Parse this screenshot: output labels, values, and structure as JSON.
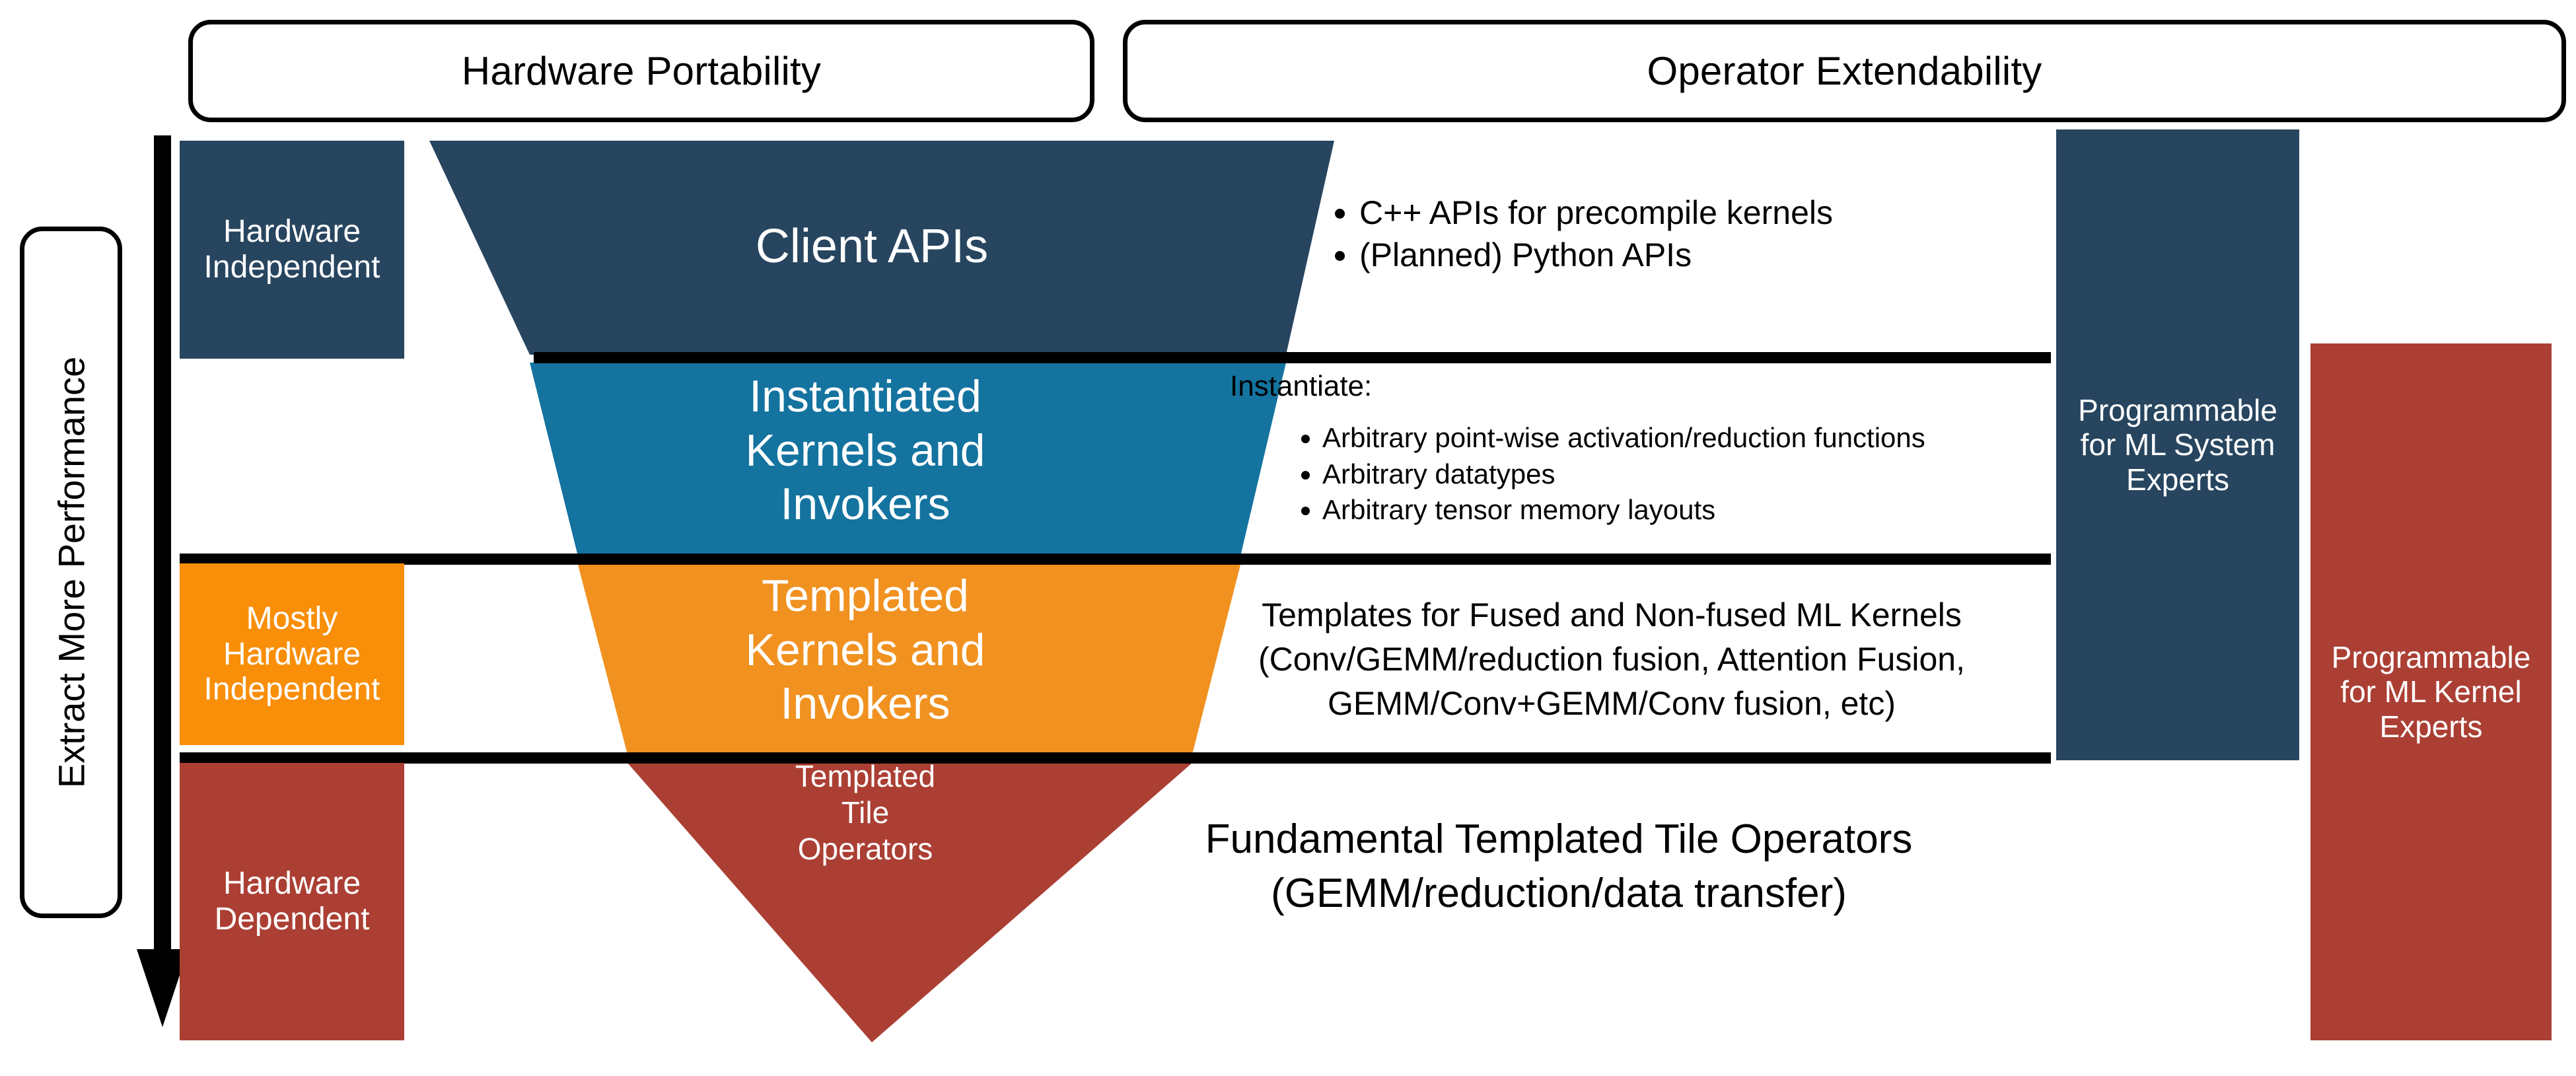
{
  "headers": {
    "hardware_portability": "Hardware Portability",
    "operator_extendability": "Operator Extendability"
  },
  "left_axis": {
    "label": "Extract More Performance",
    "arrow_icon": "down-arrow-icon",
    "levels": [
      {
        "line1": "Hardware",
        "line2": "Independent",
        "color": "#27455f"
      },
      {
        "line1": "Mostly",
        "line2": "Hardware",
        "line3": "Independent",
        "color": "#f98e08"
      },
      {
        "line1": "Hardware",
        "line2": "Dependent",
        "color": "#ab3f34"
      }
    ]
  },
  "funnel": {
    "layers": [
      {
        "label": "Client APIs",
        "color": "#27455f"
      },
      {
        "label_l1": "Instantiated",
        "label_l2": "Kernels and",
        "label_l3": "Invokers",
        "color": "#14739f"
      },
      {
        "label_l1": "Templated",
        "label_l2": "Kernels and",
        "label_l3": "Invokers",
        "color": "#f09120"
      },
      {
        "label_l1": "Templated",
        "label_l2": "Tile",
        "label_l3": "Operators",
        "color": "#ab3f34"
      }
    ]
  },
  "descriptions": {
    "client_api_bullets": [
      "C++ APIs for precompile kernels",
      "(Planned) Python APIs"
    ],
    "instantiate_lead": "Instantiate:",
    "instantiate_bullets": [
      "Arbitrary point-wise activation/reduction functions",
      "Arbitrary datatypes",
      "Arbitrary tensor memory layouts"
    ],
    "templates_line1": "Templates for Fused and Non-fused ML Kernels",
    "templates_line2": "(Conv/GEMM/reduction fusion, Attention Fusion,",
    "templates_line3": "GEMM/Conv+GEMM/Conv fusion, etc)",
    "fundamental_line1": "Fundamental Templated Tile Operators",
    "fundamental_line2": "(GEMM/reduction/data transfer)"
  },
  "audience_bars": {
    "system_experts": {
      "line1": "Programmable",
      "line2": "for ML System",
      "line3": "Experts",
      "color": "#27455f"
    },
    "kernel_experts": {
      "line1": "Programmable",
      "line2": "for ML Kernel",
      "line3": "Experts",
      "color": "#ab3f34"
    }
  },
  "colors": {
    "dark_blue": "#27455f",
    "mid_blue": "#14739f",
    "orange": "#f09120",
    "bright_orange": "#f98e08",
    "red": "#ab3f34",
    "line": "#000000"
  }
}
